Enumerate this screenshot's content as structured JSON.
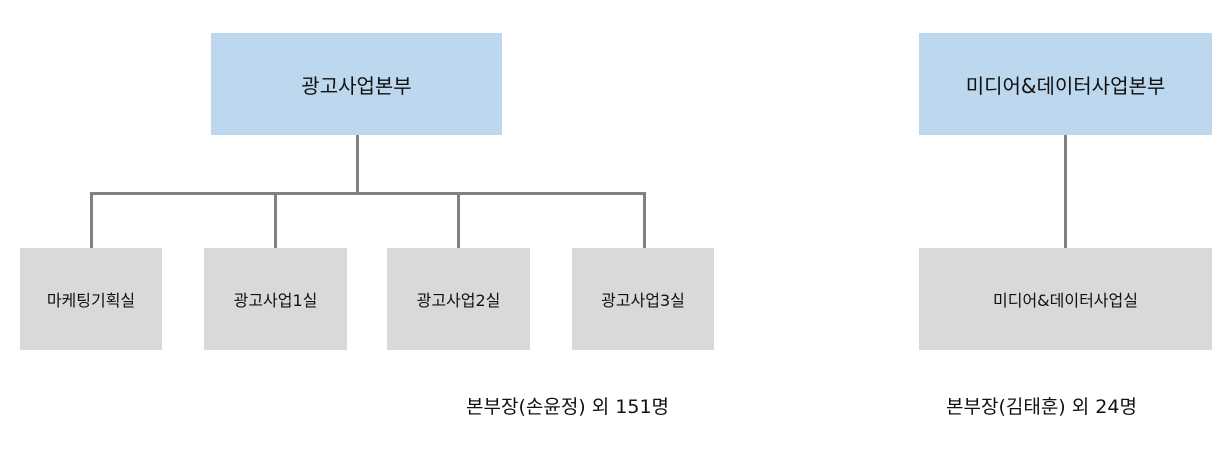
{
  "left_org": {
    "head": "광고사업본부",
    "units": [
      "마케팅기획실",
      "광고사업1실",
      "광고사업2실",
      "광고사업3실"
    ],
    "note": "본부장(손윤정) 외 151명"
  },
  "right_org": {
    "head": "미디어&데이터사업본부",
    "units": [
      "미디어&데이터사업실"
    ],
    "note": "본부장(김태훈) 외 24명"
  },
  "colors": {
    "head_fill": "#bdd7ee",
    "unit_fill": "#d9d9d9",
    "connector": "#808080"
  }
}
